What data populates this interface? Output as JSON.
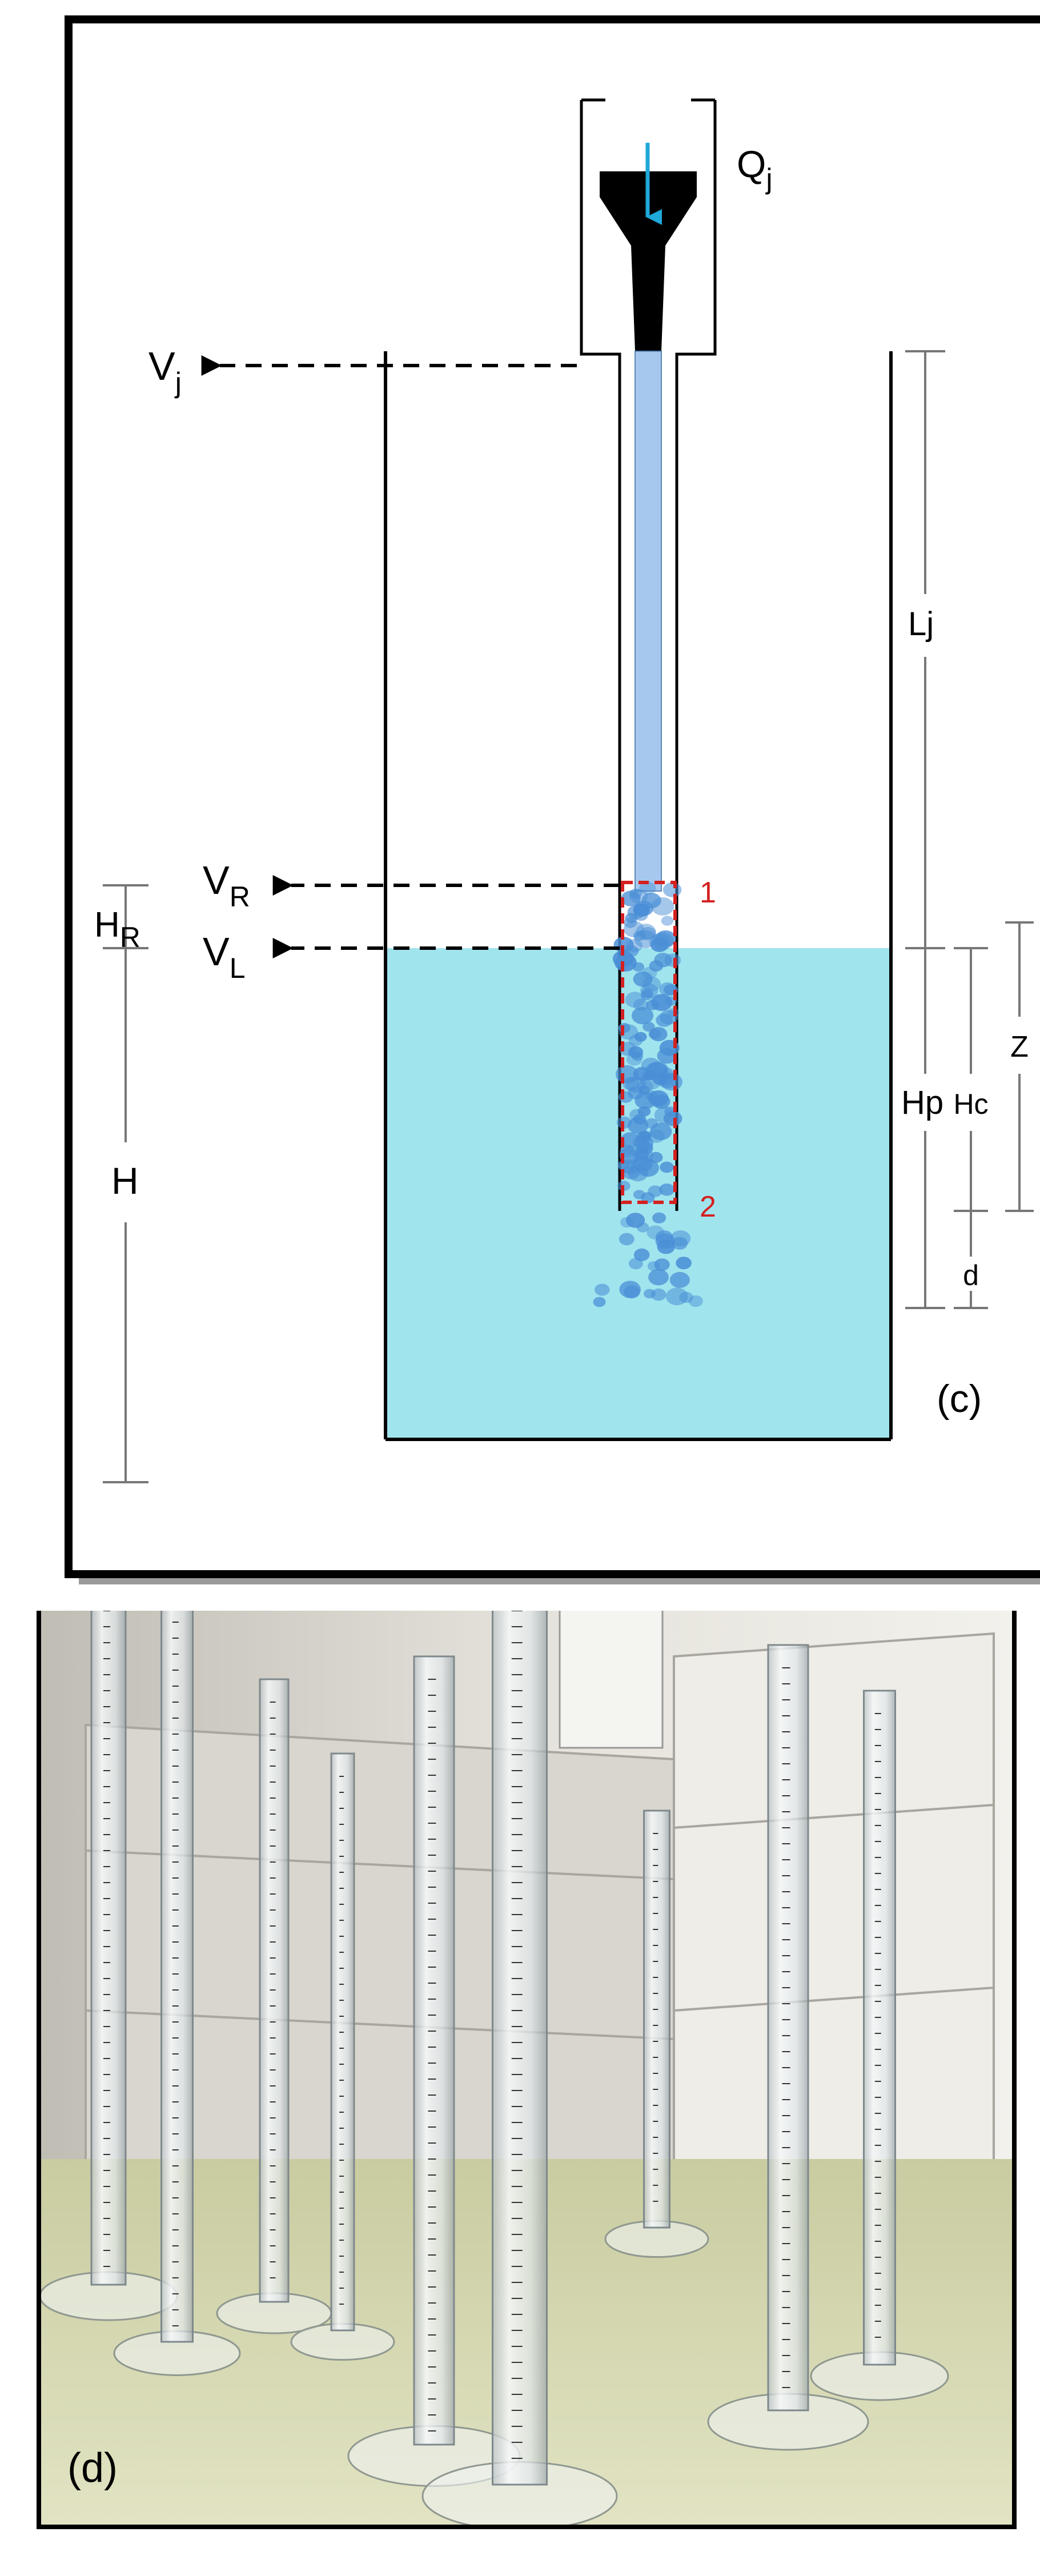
{
  "panel_c": {
    "panel_label": "(c)",
    "labels": {
      "flow": "Q",
      "flow_sub": "j",
      "jet_velocity": "V",
      "jet_velocity_sub": "j",
      "rise_velocity": "V",
      "rise_velocity_sub": "R",
      "liquid_velocity": "V",
      "liquid_velocity_sub": "L",
      "head_rise": "H",
      "head_rise_sub": "R",
      "head": "H",
      "jet_length": "Lj",
      "penetration": "Hp",
      "hc": "Hc",
      "z": "Z",
      "d": "d",
      "section_1": "1",
      "section_2": "2"
    },
    "colors": {
      "water": "#a0e4ee",
      "jet_tube": "#a6c8ee",
      "bubble": "#4a8fd6",
      "section_box": "#d42020",
      "inflow_arrow": "#1fa8d8"
    }
  },
  "panel_d": {
    "panel_label": "(d)",
    "colors": {
      "wall": "#d9d7cf",
      "floor": "#d6d9b0",
      "cylinder": "#eef2f4"
    }
  }
}
